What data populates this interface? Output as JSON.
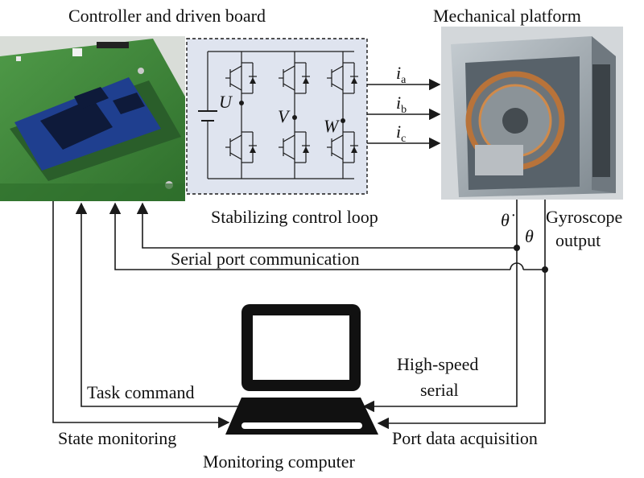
{
  "labels": {
    "controller": "Controller and driven board",
    "mechanical": "Mechanical platform",
    "stabilizing": "Stabilizing control loop",
    "serial": "Serial port communication",
    "gyro_line1": "Gyroscope",
    "gyro_line2": "output",
    "highspeed_line1": "High-speed",
    "highspeed_line2": "serial",
    "task": "Task command",
    "state": "State monitoring",
    "port": "Port data acquisition",
    "computer": "Monitoring computer"
  },
  "inverter": {
    "phase_u": "U",
    "phase_v": "V",
    "phase_w": "W"
  },
  "currents": {
    "i_symbol": "i",
    "a": "a",
    "b": "b",
    "c": "c"
  },
  "signals": {
    "theta_dot": "θ̇",
    "theta": "θ"
  },
  "colors": {
    "board_green": "#3f8a3a",
    "chip_blue": "#1f3f8f",
    "inverter_bg": "#dfe4ef",
    "platform_gray": "#9aa4ab",
    "copper": "#b8733a",
    "computer_black": "#111111"
  }
}
